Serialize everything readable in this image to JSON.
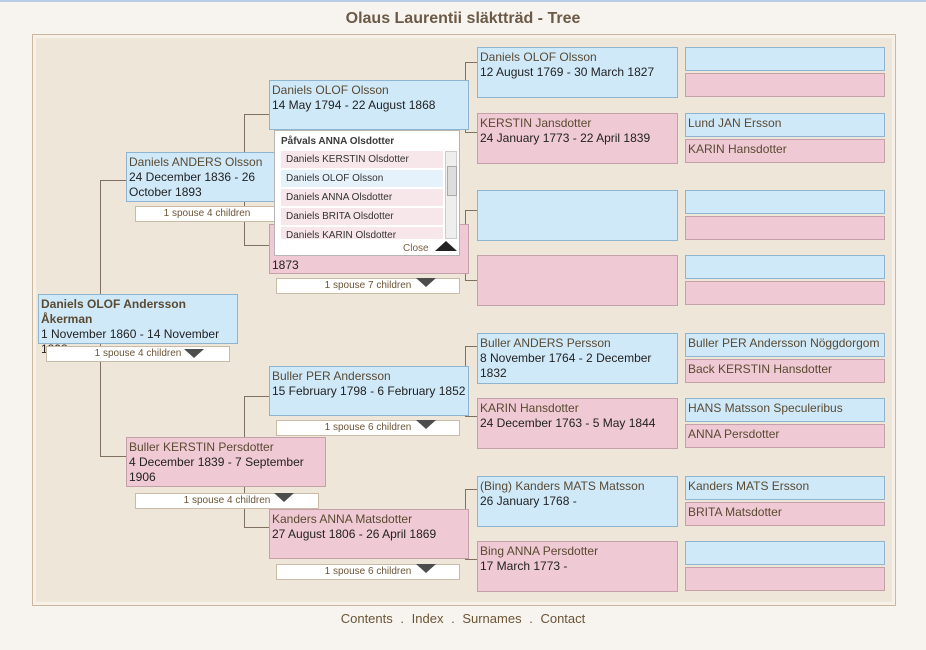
{
  "title": "Olaus Laurentii släktträd - Tree",
  "people": {
    "root": {
      "name": "Daniels OLOF Andersson Åkerman",
      "dates": "1 November 1860 - 14 November 1898"
    },
    "g1_father": {
      "name": "Daniels ANDERS Olsson",
      "dates": "24 December 1836 - 26 October 1893"
    },
    "g1_mother": {
      "name": "Buller KERSTIN Persdotter",
      "dates": "4 December 1839 - 7 September 1906"
    },
    "g2_ff": {
      "name": "Daniels OLOF Olsson",
      "dates": "14 May 1794 - 22 August 1868"
    },
    "g2_fm": {
      "name": "Påfvals ANNA Olsdotter",
      "dates": "1873"
    },
    "g2_mf": {
      "name": "Buller PER Andersson",
      "dates": "15 February 1798 - 6 February 1852"
    },
    "g2_mm": {
      "name": "Kanders ANNA Matsdotter",
      "dates": "27 August 1806 - 26 April 1869"
    },
    "g3_1": {
      "name": "Daniels OLOF Olsson",
      "dates": "12 August 1769 - 30 March 1827"
    },
    "g3_2": {
      "name": "KERSTIN Jansdotter",
      "dates": "24 January 1773 - 22 April 1839"
    },
    "g3_5": {
      "name": "Buller ANDERS Persson",
      "dates": "8 November 1764 - 2 December 1832"
    },
    "g3_6": {
      "name": "KARIN Hansdotter",
      "dates": "24 December 1763 - 5 May 1844"
    },
    "g3_7": {
      "name": "(Bing) Kanders MATS Matsson",
      "dates": "26 January 1768 -"
    },
    "g3_8": {
      "name": "Bing ANNA Persdotter",
      "dates": "17 March 1773 -"
    },
    "g4_3": {
      "name": "Lund JAN Ersson"
    },
    "g4_4": {
      "name": "KARIN Hansdotter"
    },
    "g4_9": {
      "name": "Buller PER Andersson Nöggdorgom"
    },
    "g4_10": {
      "name": "Back KERSTIN Hansdotter"
    },
    "g4_11": {
      "name": "HANS Matsson Speculeribus"
    },
    "g4_12": {
      "name": "ANNA Persdotter"
    },
    "g4_13": {
      "name": "Kanders MATS Ersson"
    },
    "g4_14": {
      "name": "BRITA Matsdotter"
    }
  },
  "spouse_labels": {
    "root": "1 spouse 4 children",
    "g1_father": "1 spouse 4 children",
    "g1_mother": "1 spouse 4 children",
    "g2_fm": "1 spouse 7 children",
    "g2_mf": "1 spouse 6 children",
    "g2_mm": "1 spouse 6 children"
  },
  "popup": {
    "header": "Påfvals ANNA Olsdotter",
    "items": [
      "Daniels KERSTIN Olsdotter",
      "Daniels OLOF Olsson",
      "Daniels ANNA Olsdotter",
      "Daniels BRITA Olsdotter",
      "Daniels KARIN Olsdotter"
    ],
    "close_label": "Close"
  },
  "footer": {
    "links": [
      "Contents",
      "Index",
      "Surnames",
      "Contact"
    ],
    "separator": "."
  },
  "colors": {
    "male": "#cfe9f9",
    "female": "#efc9d3",
    "background": "#efe6da",
    "link": "#6b5536"
  }
}
